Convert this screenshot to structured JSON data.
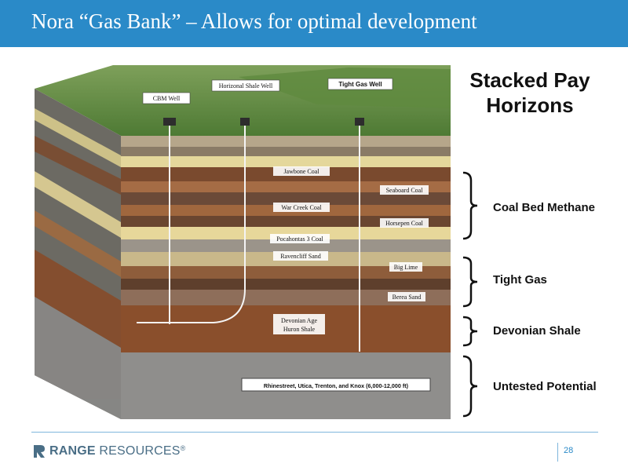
{
  "slide": {
    "title": "Nora “Gas Bank” – Allows for optimal development",
    "page_number": "28"
  },
  "diagram": {
    "wells": {
      "cbm": "CBM Well",
      "horizontal": "Horizonal Shale Well",
      "tight_gas": "Tight Gas Well"
    },
    "formations": {
      "jawbone": "Jawbone Coal",
      "seaboard": "Seaboard Coal",
      "war_creek": "War Creek Coal",
      "horsepen": "Horsepen Coal",
      "pocahontas": "Pocahontas 3 Coal",
      "ravencliff": "Ravencliff Sand",
      "big_lime": "Big Lime",
      "berea": "Berea Sand",
      "devonian_line1": "Devonian Age",
      "devonian_line2": "Huron Shale",
      "deep": "Rhinestreet, Utica, Trenton, and Knox (6,000-12,000 ft)"
    }
  },
  "side_panel": {
    "heading_line1": "Stacked Pay",
    "heading_line2": "Horizons",
    "horizons": [
      "Coal Bed Methane",
      "Tight Gas",
      "Devonian Shale",
      "Untested Potential"
    ]
  },
  "footer": {
    "logo_word1": "RANGE",
    "logo_word2": " RESOURCES",
    "logo_mark": "®"
  },
  "colors": {
    "title_bar": "#2a8ac8",
    "footer_rule": "#7fb6dc"
  }
}
